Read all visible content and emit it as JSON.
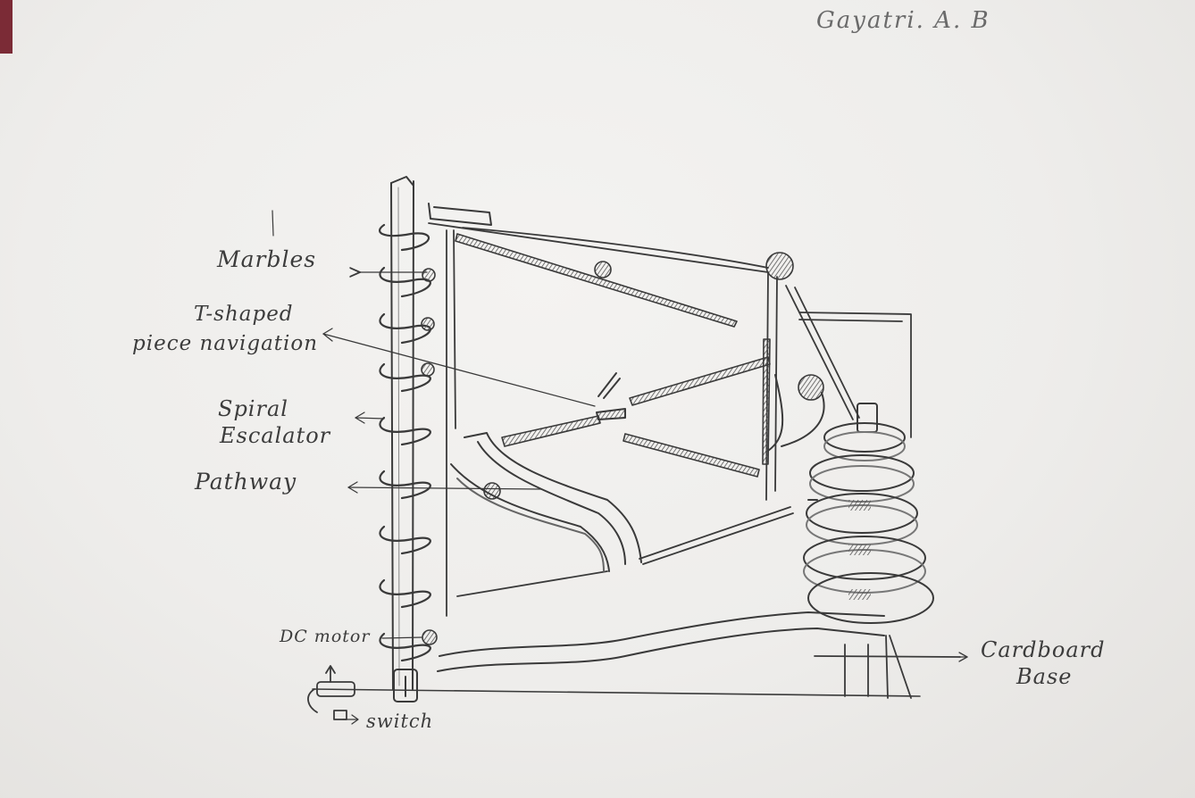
{
  "author": "Gayatri. A. B",
  "labels": {
    "marbles": "Marbles",
    "t_shaped_line1": "T-shaped",
    "t_shaped_line2": "piece navigation",
    "spiral_line1": "Spiral",
    "spiral_line2": "Escalator",
    "pathway": "Pathway",
    "dc_motor": "DC motor",
    "switch": "switch",
    "cardboard_line1": "Cardboard",
    "cardboard_line2": "Base"
  },
  "colors": {
    "paper": "#efeeec",
    "pencil": "#3a3a3a",
    "shading": "#6e6e6e",
    "corner": "#7b2b36"
  }
}
